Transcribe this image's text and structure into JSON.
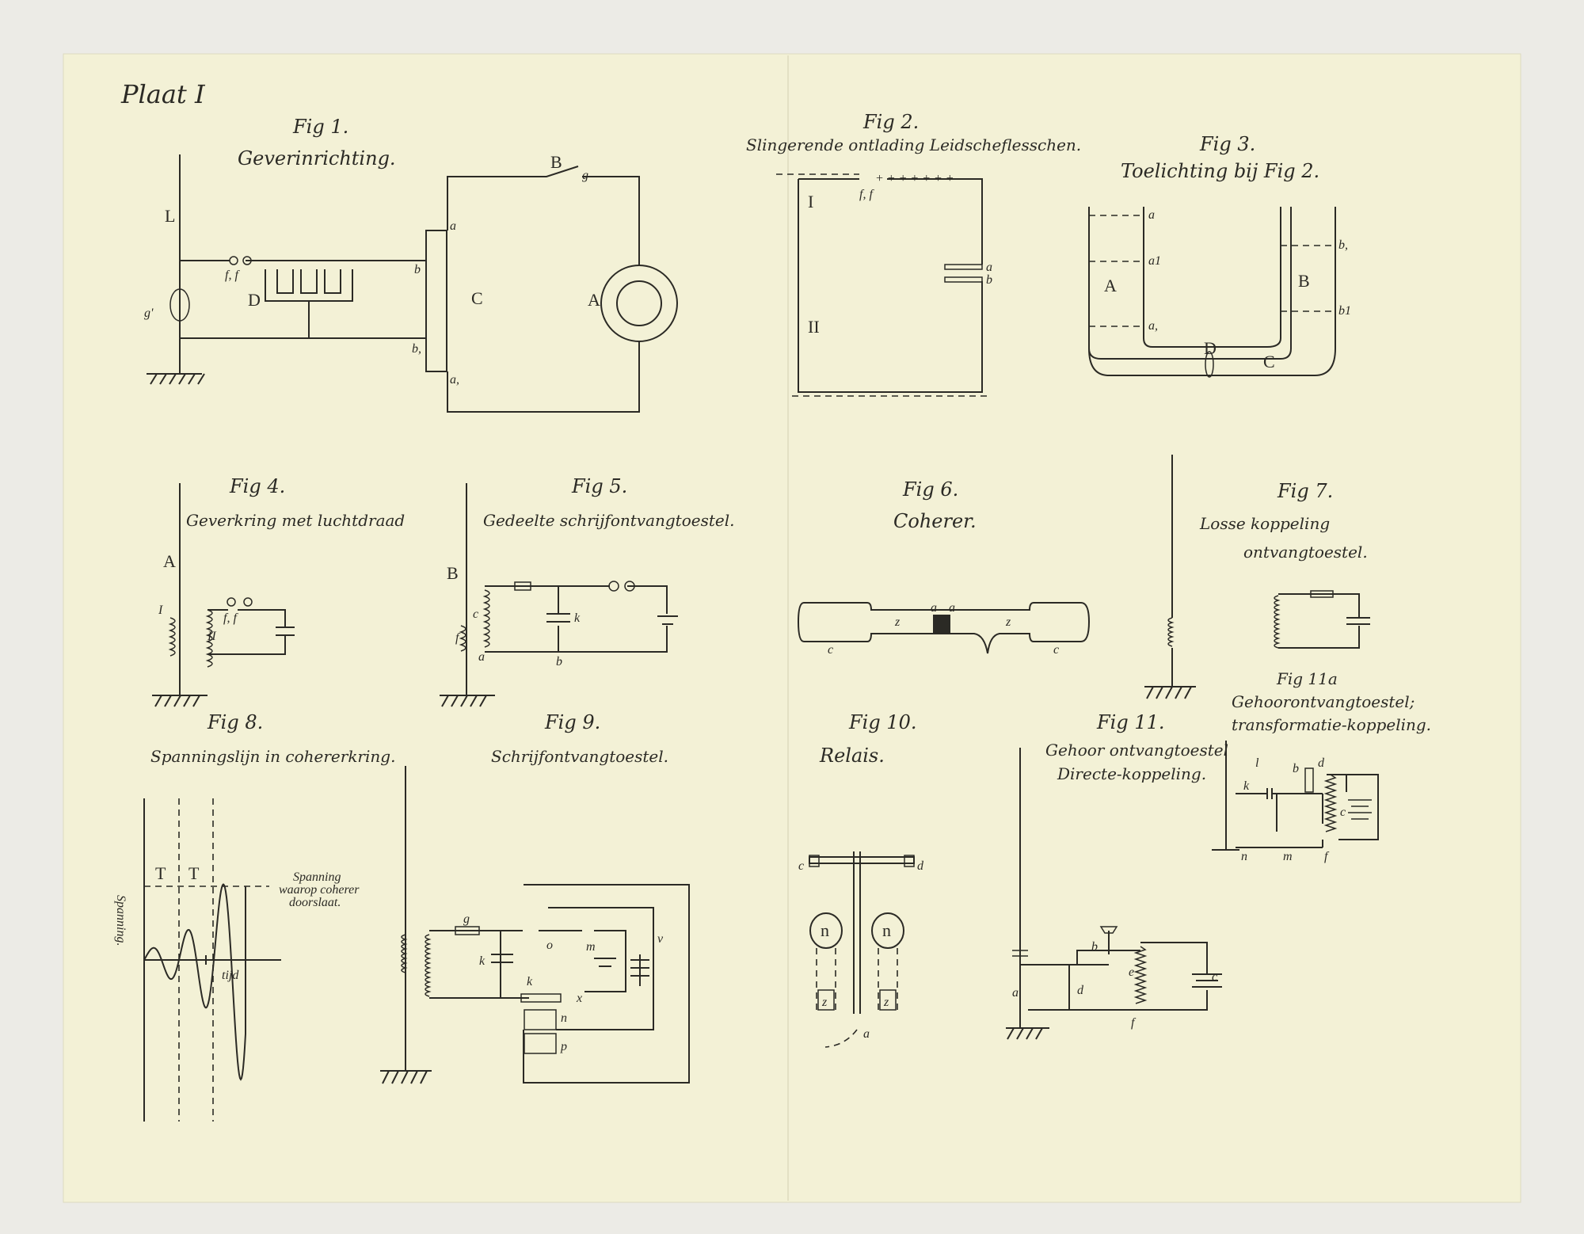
{
  "plate_title": "Plaat I",
  "colors": {
    "paper": "#f3f1d6",
    "ink": "#2b2a25",
    "background": "#ecebe6"
  },
  "figures": [
    {
      "number": "Fig 1.",
      "caption": "Geverinrichting.",
      "labels": [
        "L",
        "B",
        "g",
        "A",
        "C",
        "D",
        "a",
        "b",
        "b,",
        "a,",
        "f, f",
        "g'"
      ]
    },
    {
      "number": "Fig 2.",
      "caption": "Slingerende ontlading Leidscheflesschen.",
      "labels": [
        "I",
        "II",
        "f, f",
        "a",
        "b"
      ]
    },
    {
      "number": "Fig 3.",
      "caption": "Toelichting bij Fig 2.",
      "labels": [
        "A",
        "B",
        "C",
        "D",
        "a",
        "a1",
        "a,",
        "b,",
        "b1"
      ]
    },
    {
      "number": "Fig 4.",
      "caption": "Geverkring met luchtdraad",
      "labels": [
        "A",
        "I",
        "II",
        "f, f"
      ]
    },
    {
      "number": "Fig 5.",
      "caption": "Gedeelte schrijfontvangtoestel.",
      "labels": [
        "B",
        "c",
        "f",
        "a",
        "b",
        "k"
      ]
    },
    {
      "number": "Fig 6.",
      "caption": "Coherer.",
      "labels": [
        "c",
        "c",
        "z",
        "z",
        "a",
        "a"
      ]
    },
    {
      "number": "Fig 7.",
      "caption": "Losse koppeling",
      "caption2": "ontvangtoestel."
    },
    {
      "number": "Fig 8.",
      "caption": "Spanningslijn in cohererkring.",
      "labels": [
        "T",
        "T",
        "Spanning",
        "waarop coherer",
        "doorslaat.",
        "tijd",
        "Spanning."
      ]
    },
    {
      "number": "Fig 9.",
      "caption": "Schrijfontvangtoestel.",
      "labels": [
        "g",
        "k",
        "o",
        "m",
        "v",
        "k",
        "x",
        "n",
        "p"
      ]
    },
    {
      "number": "Fig 10.",
      "caption": "Relais.",
      "labels": [
        "c",
        "d",
        "n",
        "n",
        "z",
        "z",
        "a"
      ]
    },
    {
      "number": "Fig 11.",
      "caption": "Gehoor ontvangtoestel",
      "caption2": "Directe-koppeling.",
      "labels": [
        "b",
        "a",
        "d",
        "e",
        "c",
        "f"
      ]
    },
    {
      "number": "Fig 11a",
      "caption": "Gehoorontvangtoestel;",
      "caption2": "transformatie-koppeling.",
      "labels": [
        "k",
        "l",
        "b",
        "d",
        "c",
        "n",
        "m",
        "f"
      ]
    }
  ]
}
